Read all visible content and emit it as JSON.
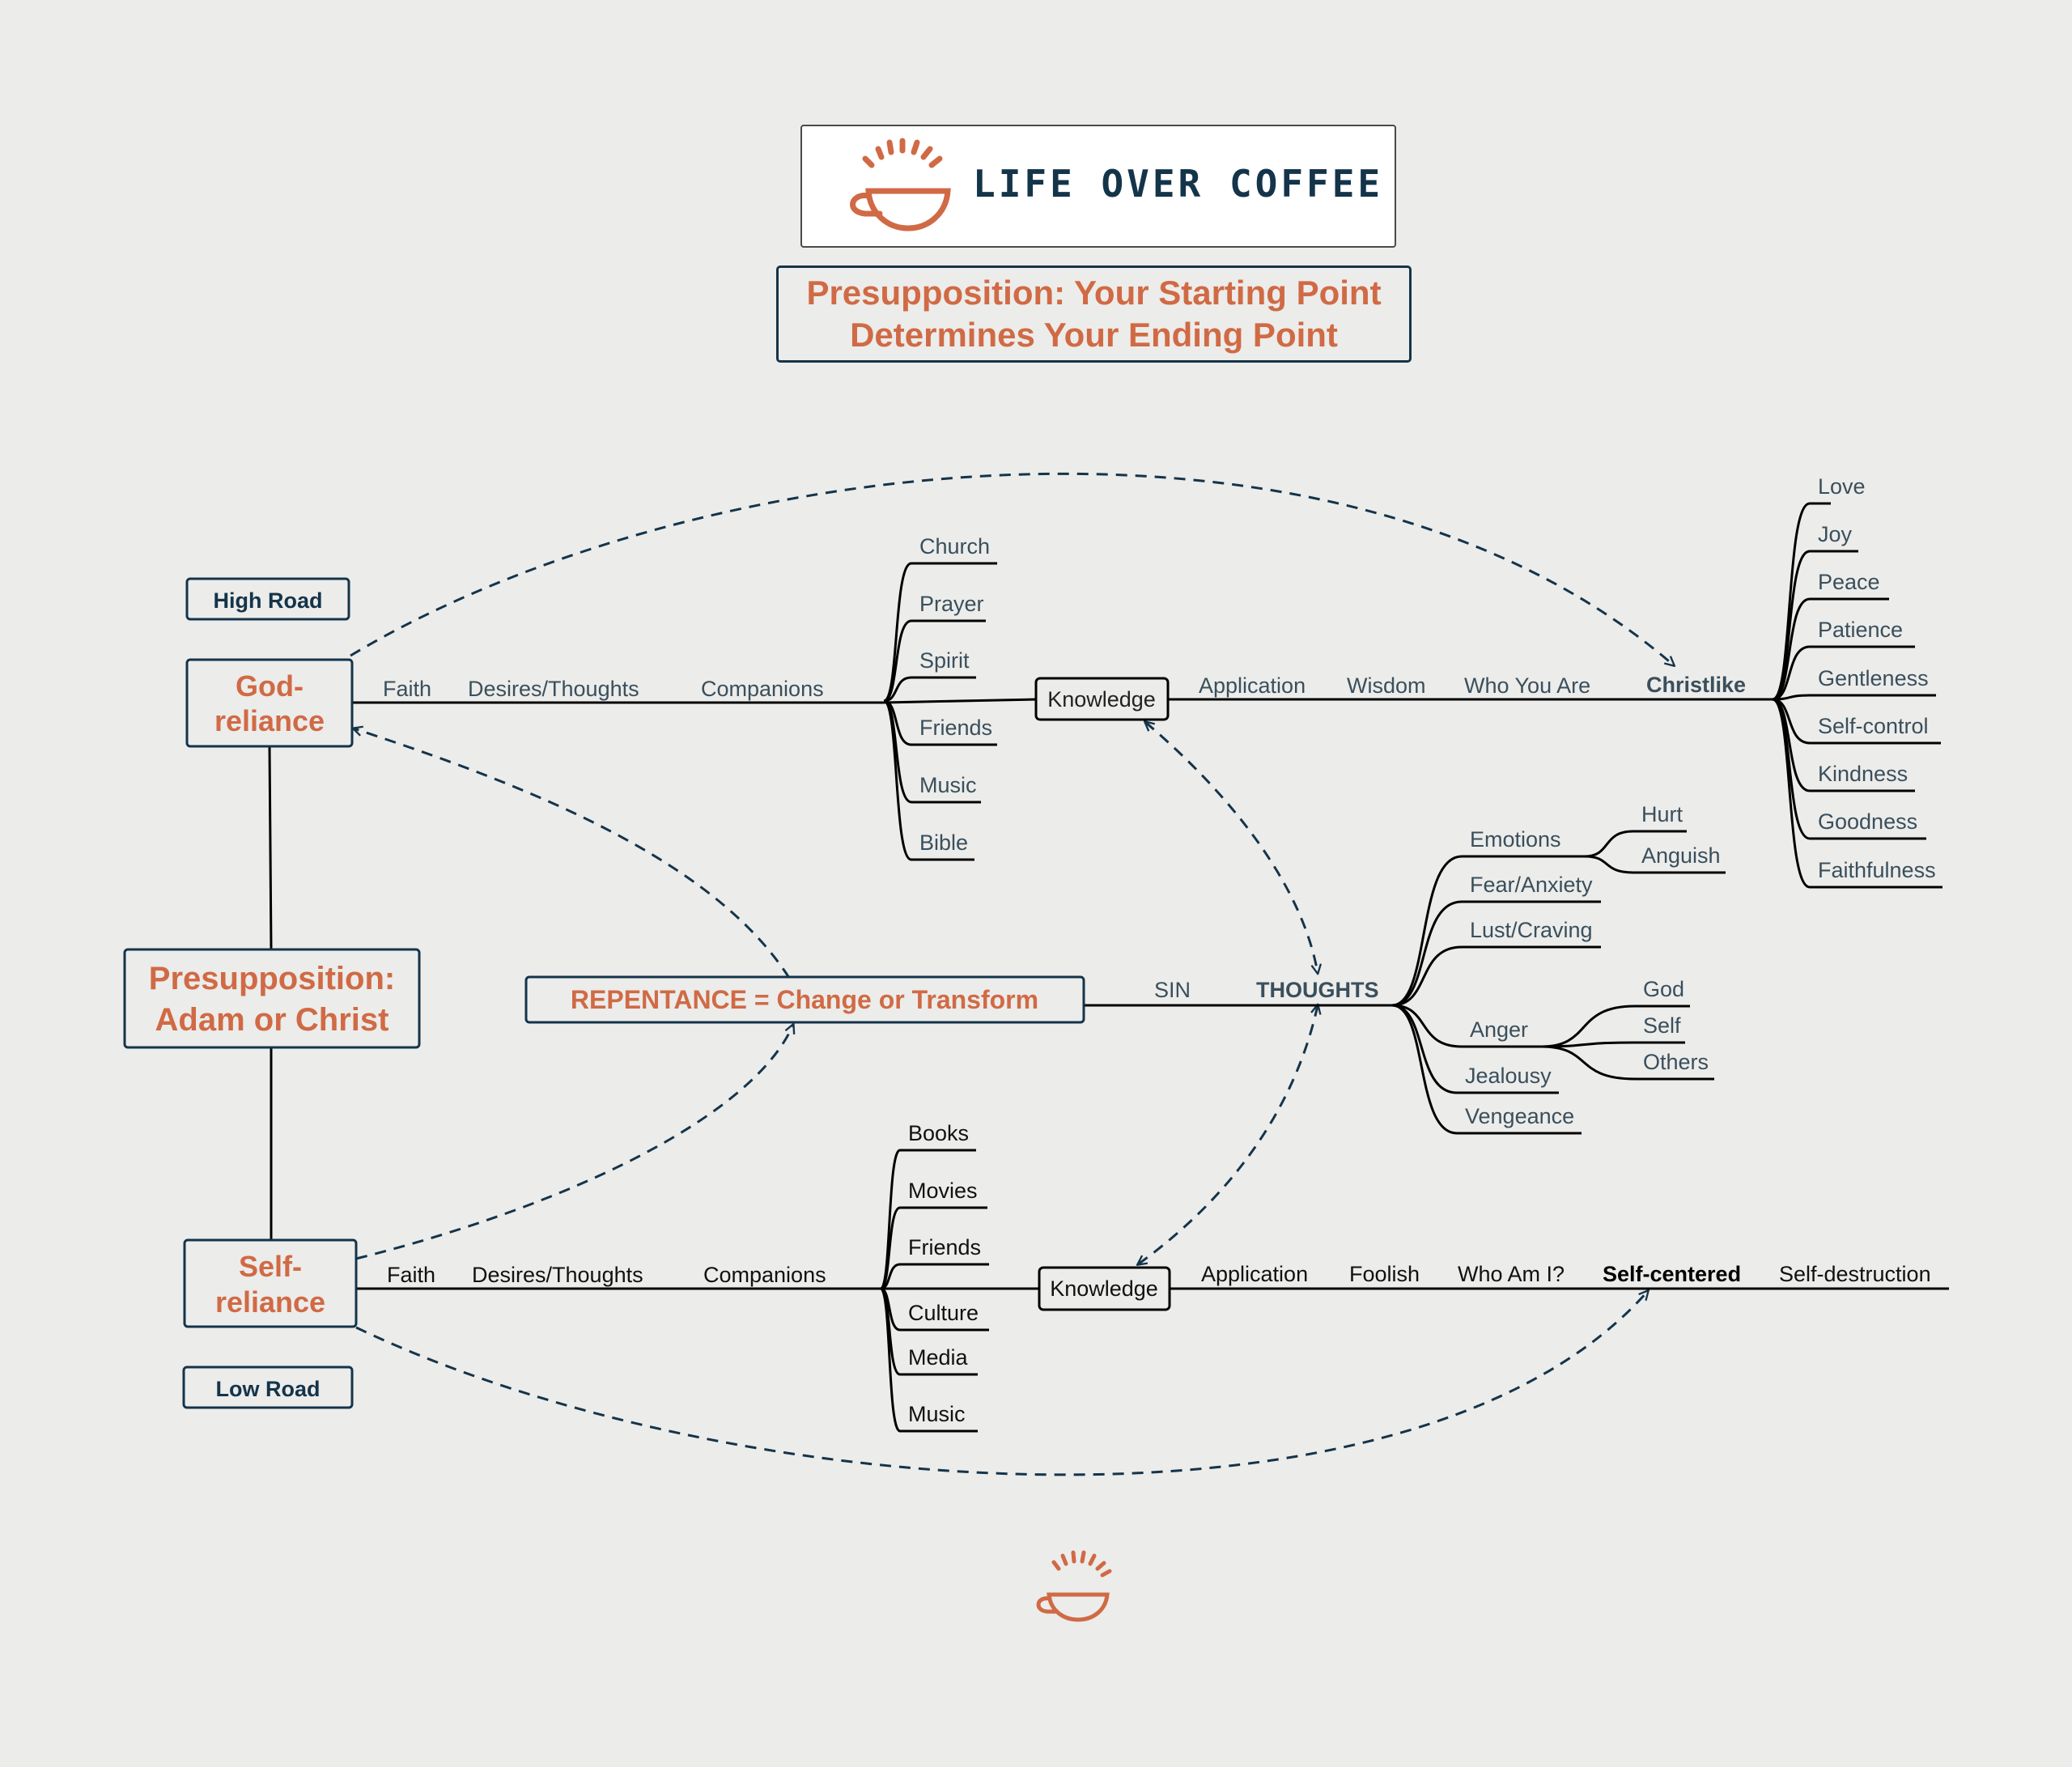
{
  "brand": {
    "name": "LIFE OVER COFFEE",
    "logo_icon": "coffee-cup-sunrise-icon",
    "accent": "#d06a45",
    "dark": "#14344a"
  },
  "title": {
    "line1": "Presupposition: Your Starting Point",
    "line2": "Determines Your Ending Point"
  },
  "diagram": {
    "nodes": {
      "high_road": "High Road",
      "low_road": "Low Road",
      "god_reliance": [
        "God-",
        "reliance"
      ],
      "self_reliance": [
        "Self-",
        "reliance"
      ],
      "presupposition": [
        "Presupposition:",
        "Adam or Christ"
      ],
      "repentance": "REPENTANCE = Change or Transform",
      "knowledge_top": "Knowledge",
      "knowledge_bottom": "Knowledge",
      "thoughts": "THOUGHTS",
      "christlike": "Christlike",
      "self_centered": "Self-centered"
    },
    "high_path": {
      "faith": "Faith",
      "desires": "Desires/Thoughts",
      "companions": "Companions",
      "application": "Application",
      "wisdom": "Wisdom",
      "who_you_are": "Who You Are"
    },
    "low_path": {
      "faith": "Faith",
      "desires": "Desires/Thoughts",
      "companions": "Companions",
      "application": "Application",
      "foolish": "Foolish",
      "who_am_i": "Who Am I?",
      "self_destruction": "Self-destruction"
    },
    "sin_label": "SIN",
    "top_companions": [
      "Church",
      "Prayer",
      "Spirit",
      "Friends",
      "Music",
      "Bible"
    ],
    "bottom_companions": [
      "Books",
      "Movies",
      "Friends",
      "Culture",
      "Media",
      "Music"
    ],
    "fruits": [
      "Love",
      "Joy",
      "Peace",
      "Patience",
      "Gentleness",
      "Self-control",
      "Kindness",
      "Goodness",
      "Faithfulness"
    ],
    "thought_branches": {
      "emotions": "Emotions",
      "hurt": "Hurt",
      "anguish": "Anguish",
      "fear": "Fear/Anxiety",
      "lust": "Lust/Craving",
      "anger": "Anger",
      "god": "God",
      "self": "Self",
      "others": "Others",
      "jealousy": "Jealousy",
      "vengeance": "Vengeance"
    }
  }
}
